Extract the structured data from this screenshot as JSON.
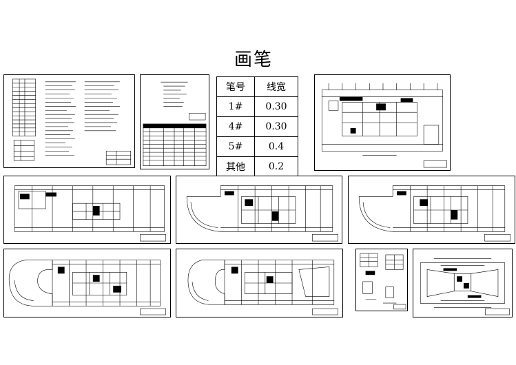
{
  "title": "画笔",
  "pen_table": {
    "header": [
      "笔号",
      "线宽"
    ],
    "rows": [
      [
        "1#",
        "0.30"
      ],
      [
        "4#",
        "0.30"
      ],
      [
        "5#",
        "0.4"
      ],
      [
        "其他",
        "0.2"
      ]
    ]
  },
  "sheets": [
    {
      "id": "notes"
    },
    {
      "id": "legend"
    },
    {
      "id": "roof-plan"
    },
    {
      "id": "floor-plan-1"
    },
    {
      "id": "floor-plan-2"
    },
    {
      "id": "floor-plan-3"
    },
    {
      "id": "floor-plan-4"
    },
    {
      "id": "floor-plan-5"
    },
    {
      "id": "details"
    },
    {
      "id": "site-plan"
    }
  ]
}
